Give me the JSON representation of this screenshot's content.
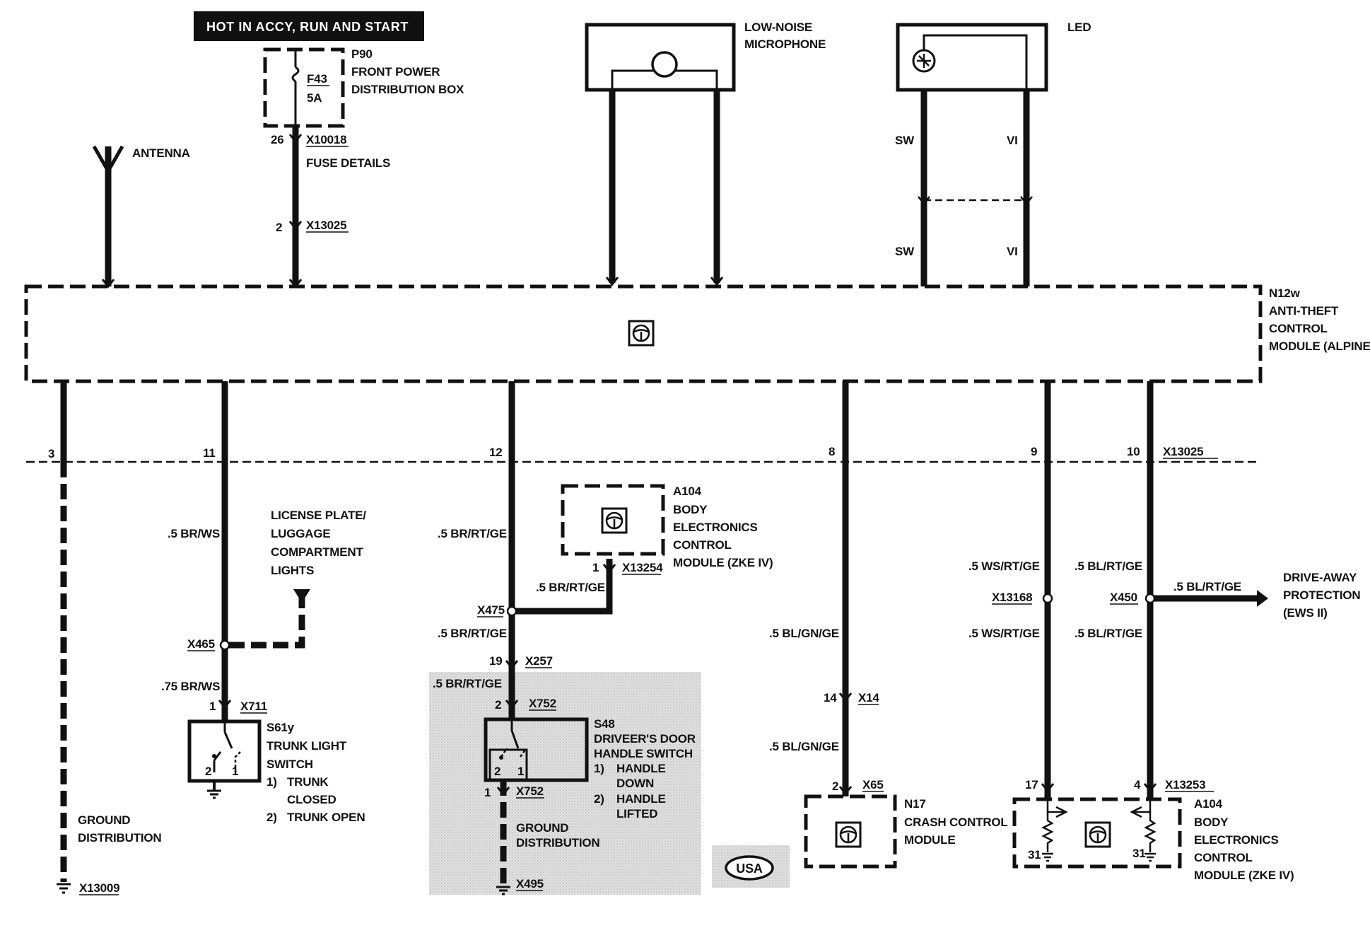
{
  "header_label": "HOT IN ACCY, RUN AND  START",
  "fuse": {
    "box_id": "P90",
    "box_name_line1": "FRONT POWER",
    "box_name_line2": "DISTRIBUTION BOX",
    "fuse_id": "F43",
    "rating": "5A",
    "pin_top": "26",
    "conn_top": "X10018",
    "details": "FUSE DETAILS",
    "pin_bottom": "2",
    "conn_bottom": "X13025"
  },
  "antenna": {
    "label": "ANTENNA"
  },
  "microphone": {
    "line1": "LOW-NOISE",
    "line2": "MICROPHONE"
  },
  "led": {
    "label": "LED",
    "wire_left_top": "SW",
    "wire_right_top": "VI",
    "wire_left_bottom": "SW",
    "wire_right_bottom": "VI"
  },
  "main_module": {
    "id": "N12w",
    "line1": "ANTI-THEFT",
    "line2": "CONTROL",
    "line3": "MODULE (ALPINE)"
  },
  "pins": {
    "p3": "3",
    "p11": "11",
    "p12": "12",
    "p8": "8",
    "p9": "9",
    "p10": "10",
    "bus_connector": "X13025"
  },
  "ground_left": {
    "line1": "GROUND",
    "line2": "DISTRIBUTION",
    "connector": "X13009"
  },
  "trunk_branch": {
    "wire1": ".5 BR/WS",
    "lights_line1": "LICENSE PLATE/",
    "lights_line2": "LUGGAGE",
    "lights_line3": "COMPARTMENT",
    "lights_line4": "LIGHTS",
    "splice": "X465",
    "wire2": ".75 BR/WS",
    "pin": "1",
    "connector": "X711",
    "switch_id": "S61y",
    "switch_line1": "TRUNK LIGHT",
    "switch_line2": "SWITCH",
    "state1_num": "1)",
    "state1_text": "TRUNK",
    "state1_text2": "CLOSED",
    "state2_num": "2)",
    "state2_text": "TRUNK OPEN",
    "sw_pin2": "2",
    "sw_pin1": "1"
  },
  "door_branch": {
    "wire1": ".5 BR/RT/GE",
    "zke_id": "A104",
    "zke_line1": "BODY",
    "zke_line2": "ELECTRONICS",
    "zke_line3": "CONTROL",
    "zke_line4": "MODULE (ZKE IV)",
    "zke_pin": "1",
    "zke_conn": "X13254",
    "wire_to_zke": ".5 BR/RT/GE",
    "splice": "X475",
    "wire2": ".5 BR/RT/GE",
    "pin19": "19",
    "conn_x257": "X257",
    "wire3": ".5 BR/RT/GE",
    "pin2": "2",
    "conn_x752_top": "X752",
    "switch_id": "S48",
    "switch_line1": "DRIVEER'S DOOR",
    "switch_line2": "HANDLE SWITCH",
    "state1_num": "1)",
    "state1_text": "HANDLE",
    "state1_text2": "DOWN",
    "state2_num": "2)",
    "state2_text": "HANDLE",
    "state2_text2": "LIFTED",
    "sw_pin2": "2",
    "sw_pin1": "1",
    "pin1": "1",
    "conn_x752_bottom": "X752",
    "ground_line1": "GROUND",
    "ground_line2": "DISTRIBUTION",
    "ground_conn": "X495"
  },
  "crash_branch": {
    "wire1": ".5 BL/GN/GE",
    "pin14": "14",
    "conn_x14": "X14",
    "wire2": ".5 BL/GN/GE",
    "pin2": "2",
    "conn_x65": "X65",
    "module_id": "N17",
    "module_line1": "CRASH CONTROL",
    "module_line2": "MODULE"
  },
  "right_branch": {
    "wire9_top": ".5 WS/RT/GE",
    "splice9": "X13168",
    "wire9_bottom": ".5 WS/RT/GE",
    "wire10_top": ".5 BL/RT/GE",
    "splice10": "X450",
    "wire10_bottom": ".5 BL/RT/GE",
    "ews_wire": ".5 BL/RT/GE",
    "ews_line1": "DRIVE-AWAY",
    "ews_line2": "PROTECTION",
    "ews_line3": "(EWS II)",
    "pin17": "17",
    "pin4": "4",
    "conn_x13253": "X13253",
    "gnd31_left": "31",
    "gnd31_right": "31",
    "zke_id": "A104",
    "zke_line1": "BODY",
    "zke_line2": "ELECTRONICS",
    "zke_line3": "CONTROL",
    "zke_line4": "MODULE (ZKE IV)"
  },
  "region_badge": "USA"
}
